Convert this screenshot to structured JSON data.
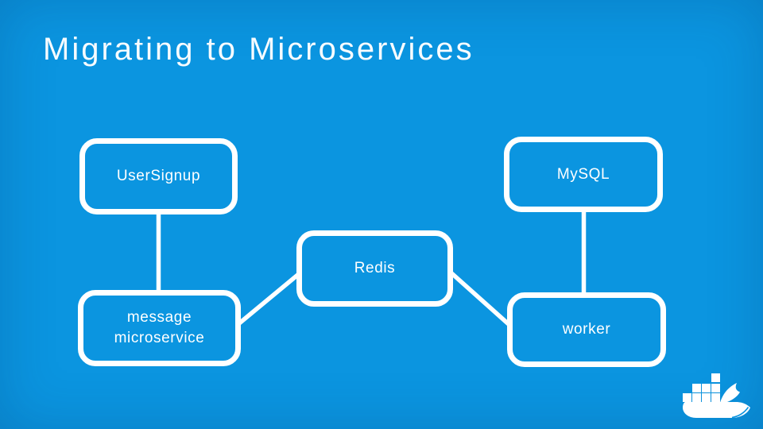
{
  "slide": {
    "title": "Migrating to Microservices",
    "background_color": "#0b95e0",
    "foreground_color": "#ffffff"
  },
  "diagram": {
    "nodes": [
      {
        "id": "usersignup",
        "label": "UserSignup"
      },
      {
        "id": "message-microservice",
        "label": "message microservice",
        "label_lines": [
          "message",
          "microservice"
        ]
      },
      {
        "id": "redis",
        "label": "Redis"
      },
      {
        "id": "mysql",
        "label": "MySQL"
      },
      {
        "id": "worker",
        "label": "worker"
      }
    ],
    "edges": [
      {
        "from": "usersignup",
        "to": "message-microservice"
      },
      {
        "from": "message-microservice",
        "to": "redis"
      },
      {
        "from": "redis",
        "to": "worker"
      },
      {
        "from": "mysql",
        "to": "worker"
      }
    ]
  },
  "footer": {
    "logo": "docker-whale-logo"
  }
}
